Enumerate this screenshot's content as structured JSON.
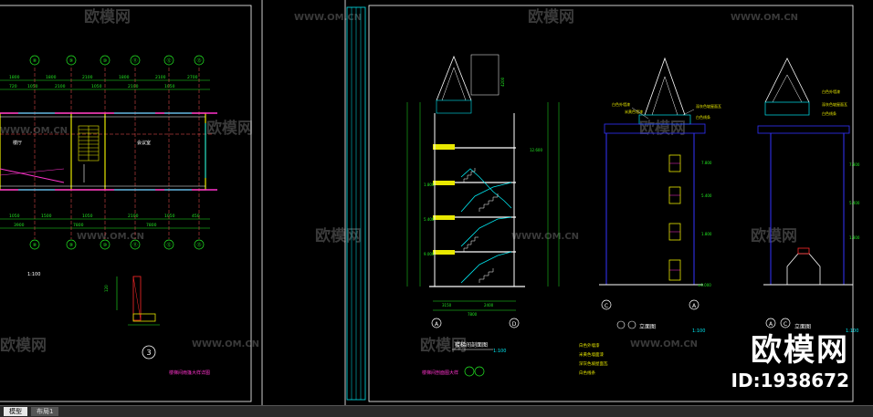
{
  "colors": {
    "background": "#000000",
    "frame": "#ffffff",
    "drawing_cyan": "#00e5ee",
    "drawing_green": "#22e822",
    "drawing_yellow": "#e8e800",
    "drawing_red": "#ff2a2a",
    "drawing_magenta": "#ff33cc",
    "drawing_blue": "#3333ff",
    "watermark": "#3a3a3a"
  },
  "watermarks": {
    "logo_text": "欧模网",
    "url_text": "WWW.OM.CN"
  },
  "branding": {
    "site": "欧模网",
    "id": "ID:1938672"
  },
  "plan": {
    "axis_labels": [
      "⑧",
      "⑨",
      "⑩",
      "⑪",
      "⑫",
      "⑬"
    ],
    "room_left": "楼厅",
    "room_right": "会议室",
    "scale": "1:100"
  },
  "detail": {
    "number": "3",
    "caption": "楼梯间雨篷大样详图",
    "width_label": "120"
  },
  "section": {
    "axis_labels": [
      "A",
      "D"
    ],
    "title": "楼梯间剖面图",
    "scale": "1:100",
    "subtitle": "楼梯间剖面图大样",
    "width": "7800",
    "spans": [
      "3150",
      "2400"
    ],
    "heights": [
      "1.800",
      "5.400",
      "9.000",
      "12.600"
    ]
  },
  "elevation_1": {
    "axis_labels": [
      "C",
      "A"
    ],
    "title": "立面图",
    "scale": "1:100",
    "notes": [
      "白色外墙漆",
      "米黄色墙面漆",
      "深灰色坡屋面瓦",
      "白色线条"
    ]
  },
  "elevation_2": {
    "axis_labels": [
      "A",
      "C"
    ],
    "title": "立面图",
    "scale": "1:100"
  },
  "tabs": [
    {
      "label": "模型"
    },
    {
      "label": "布局1"
    }
  ]
}
